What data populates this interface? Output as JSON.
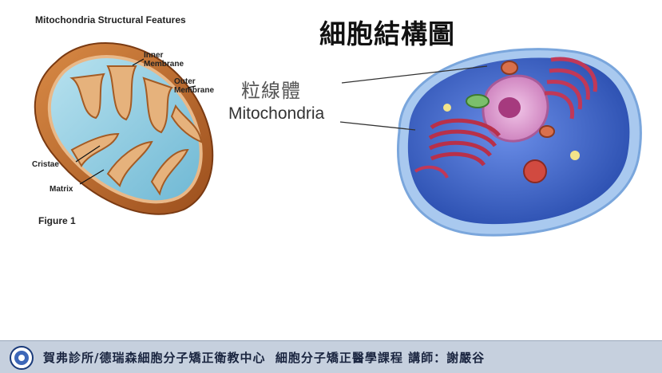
{
  "title": "細胞結構圖",
  "figure": {
    "caption": "Mitochondria Structural Features",
    "labels": {
      "inner_membrane": "Inner\nMembrane",
      "outer_membrane": "Outer\nMembrane",
      "cristae": "Cristae",
      "matrix": "Matrix"
    },
    "number": "Figure 1"
  },
  "cell_callout": {
    "chinese": "粒線體",
    "english": "Mitochondria"
  },
  "footer": {
    "text": "賀弗診所/德瑞森細胞分子矯正衛教中心  細胞分子矯正醫學課程 講師：謝嚴谷"
  },
  "colors": {
    "footer_bg": "#c6d0de",
    "membrane_brown": "#b5652a",
    "matrix_blue": "#8ecbe0",
    "cell_blue": "#3b6fd1",
    "organelle_red": "#b8304a"
  },
  "icons": {
    "footer_logo": "seal-logo-icon"
  }
}
